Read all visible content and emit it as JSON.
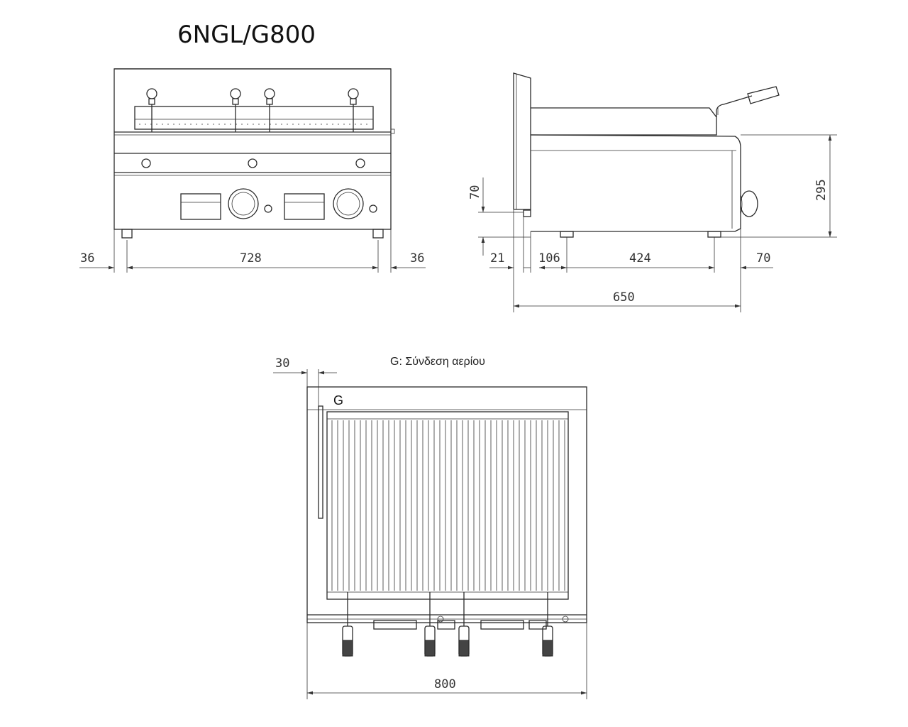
{
  "title": "6NGL/G800",
  "front_view": {
    "dimensions": {
      "left": "36",
      "width": "728",
      "right": "36"
    }
  },
  "side_view": {
    "dimensions": {
      "height_70": "70",
      "height_295": "295",
      "d21": "21",
      "d106": "106",
      "d424": "424",
      "d70": "70",
      "total_depth": "650"
    }
  },
  "top_view": {
    "note": "G: Σύνδεση αερίου",
    "gas_label": "G",
    "dimensions": {
      "offset": "30",
      "total_width": "800"
    }
  }
}
